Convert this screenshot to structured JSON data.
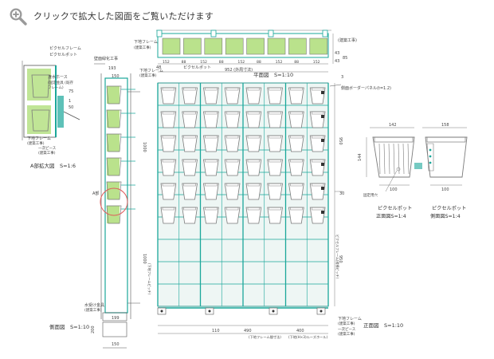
{
  "header": {
    "caption": "クリックで拡大した図面をご覧いただけます",
    "icon": "magnifier-plus-icon"
  },
  "colors": {
    "frame": "#1aa79a",
    "plant": "#8ccf3f",
    "pot": "#7a7a7a",
    "line": "#555555",
    "highlight": "#e05a5a",
    "tint": "#eef6f4"
  },
  "detail_a": {
    "labels": [
      "ピクセルフレーム",
      "ピクセルポット",
      "潅水ホース",
      "(固定金具 (既存",
      "フレーム)",
      "下地フレーム",
      "(建築工事)",
      "一次ピース",
      "(建築工事)"
    ],
    "title": "A部拡大図　S=1:6",
    "dims": [
      "75",
      "1",
      "50"
    ]
  },
  "side_view": {
    "labels": [
      "壁面緑化工事",
      "下地フレーム",
      "(建築工事)",
      "A部",
      "水受け金具",
      "(建築工事)",
      "(下地フレームピッチ)"
    ],
    "dims": [
      "193",
      "150",
      "1000",
      "1000",
      "199",
      "150",
      "200"
    ],
    "title": "側面図　S=1:10"
  },
  "plan_view": {
    "labels": [
      "下地フレーム",
      "(建築工事)",
      "ピクセルポット",
      "(建築工事)"
    ],
    "dims": [
      "152",
      "88",
      "152",
      "88",
      "152",
      "88",
      "152",
      "88",
      "152",
      "952 (外周寸法)",
      "43",
      "43",
      "85",
      "48"
    ],
    "title": "平面図　S=1:10"
  },
  "front_view": {
    "labels": [
      "側面ボーダーパネル(t=1.2)",
      "下地フレーム",
      "(建築工事)",
      "一次ピース",
      "(建築工事)",
      "(下地フレーム間寸法)",
      "(下地(H×3)ルーズホール)",
      "ピクセルフレーム(縦横ピッチ)"
    ],
    "dims": [
      "950",
      "30",
      "950",
      "110",
      "490",
      "400",
      "3"
    ],
    "title": "正面図　S=1:10"
  },
  "pot_front": {
    "dims": [
      "142",
      "144",
      "100"
    ],
    "labels": [
      "固定用穴"
    ],
    "name": "ピクセルポット",
    "title": "正面図S=1:4"
  },
  "pot_side": {
    "dims": [
      "158",
      "100"
    ],
    "name": "ピクセルポット",
    "title": "側面図S=1:4"
  }
}
